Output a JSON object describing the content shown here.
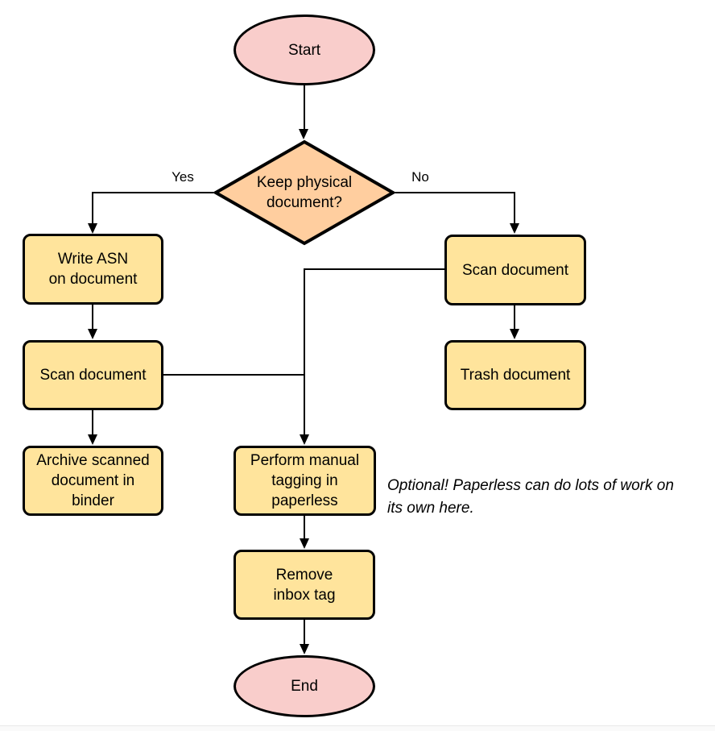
{
  "diagram": {
    "nodes": {
      "start": {
        "label": "Start",
        "shape": "terminal"
      },
      "decision": {
        "label": "Keep physical\ndocument?",
        "shape": "decision"
      },
      "write_asn": {
        "label": "Write ASN\non document",
        "shape": "process"
      },
      "scan_left": {
        "label": "Scan document",
        "shape": "process"
      },
      "archive": {
        "label": "Archive scanned\ndocument in\nbinder",
        "shape": "process"
      },
      "scan_right": {
        "label": "Scan document",
        "shape": "process"
      },
      "trash": {
        "label": "Trash document",
        "shape": "process"
      },
      "tagging": {
        "label": "Perform manual\ntagging in\npaperless",
        "shape": "process"
      },
      "remove_inbox_tag": {
        "label": "Remove\ninbox tag",
        "shape": "process"
      },
      "end": {
        "label": "End",
        "shape": "terminal"
      }
    },
    "edge_labels": {
      "yes": "Yes",
      "no": "No"
    },
    "annotation": "Optional! Paperless can do lots of work on\nits own here.",
    "colors": {
      "terminal_fill": "#F9CDCB",
      "decision_fill": "#FFCE9F",
      "process_fill": "#FFE49C",
      "stroke": "#000000"
    }
  }
}
